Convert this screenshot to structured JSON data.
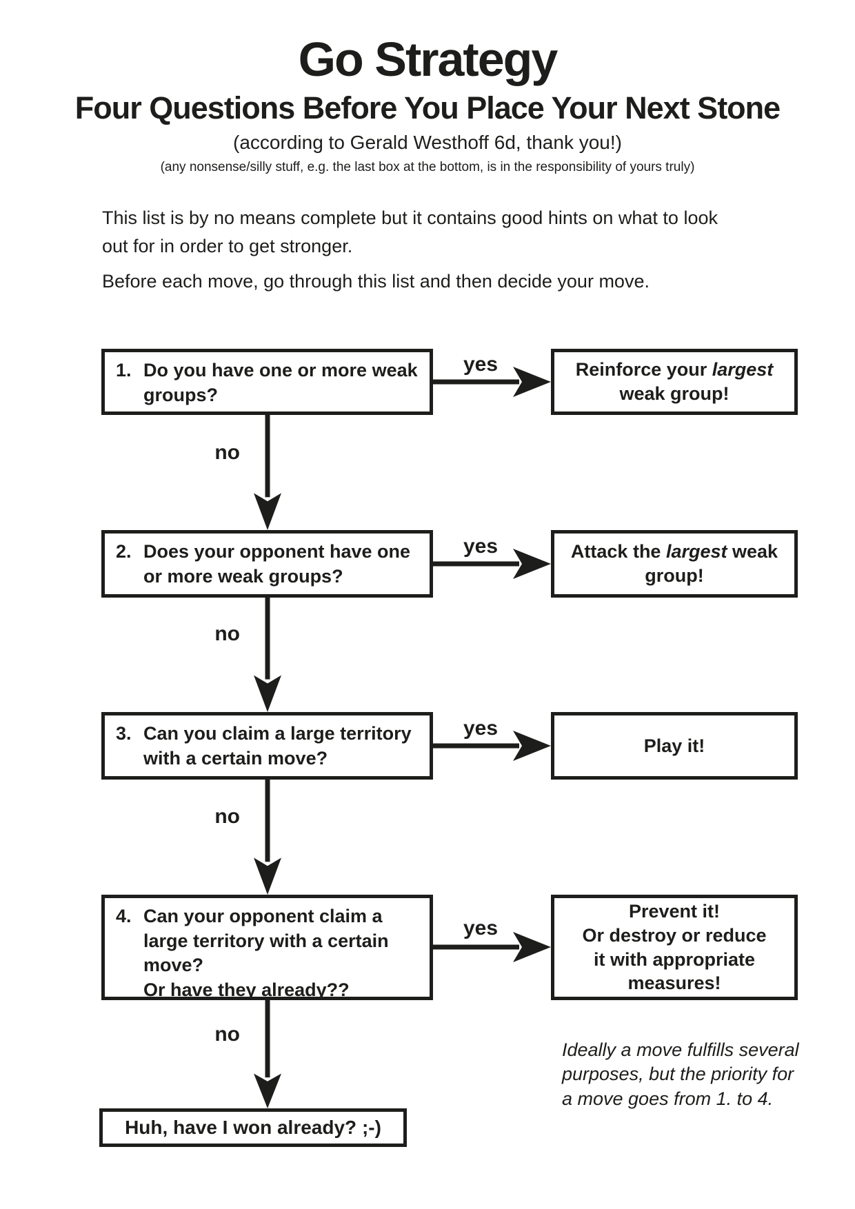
{
  "colors": {
    "ink": "#1d1d1b",
    "paper": "#ffffff"
  },
  "header": {
    "title": "Go Strategy",
    "subtitle": "Four Questions Before You Place Your Next Stone",
    "attribution": "(according to Gerald Westhoff 6d, thank you!)",
    "disclaimer": "(any nonsense/silly stuff, e.g. the last box at the bottom, is in the responsibility of yours truly)"
  },
  "intro": {
    "paragraph1_lines": [
      "This list is by no means complete but it contains good hints on what to look",
      "out for in order to get stronger."
    ],
    "paragraph2": "Before each move, go through this list and then decide your move."
  },
  "flowchart": {
    "yes_label": "yes",
    "no_label": "no",
    "steps": [
      {
        "number": "1.",
        "question_lines": [
          "Do you have one or more weak",
          "groups?"
        ],
        "answer_lines": [
          [
            {
              "t": "Reinforce your ",
              "i": 0
            },
            {
              "t": "largest",
              "i": 1
            }
          ],
          [
            {
              "t": "weak group!",
              "i": 0
            }
          ]
        ]
      },
      {
        "number": "2.",
        "question_lines": [
          "Does your opponent have one",
          "or more weak groups?"
        ],
        "answer_lines": [
          [
            {
              "t": "Attack the ",
              "i": 0
            },
            {
              "t": "largest",
              "i": 1
            },
            {
              "t": " weak",
              "i": 0
            }
          ],
          [
            {
              "t": "group!",
              "i": 0
            }
          ]
        ]
      },
      {
        "number": "3.",
        "question_lines": [
          "Can you claim a large territory",
          "with a certain move?"
        ],
        "answer_lines": [
          [
            {
              "t": "Play it!",
              "i": 0
            }
          ]
        ]
      },
      {
        "number": "4.",
        "question_lines": [
          "Can your opponent claim a",
          "large territory with a certain",
          "move?",
          "Or have they already??"
        ],
        "answer_lines": [
          [
            {
              "t": "Prevent it!",
              "i": 0
            }
          ],
          [
            {
              "t": "Or destroy or reduce",
              "i": 0
            }
          ],
          [
            {
              "t": "it with appropriate",
              "i": 0
            }
          ],
          [
            {
              "t": "measures!",
              "i": 0
            }
          ]
        ]
      }
    ],
    "final_box": "Huh, have I won already? ;-)",
    "note_lines": [
      "Ideally a move fulfills several",
      "purposes, but the priority for",
      "a move goes from 1. to 4."
    ]
  }
}
